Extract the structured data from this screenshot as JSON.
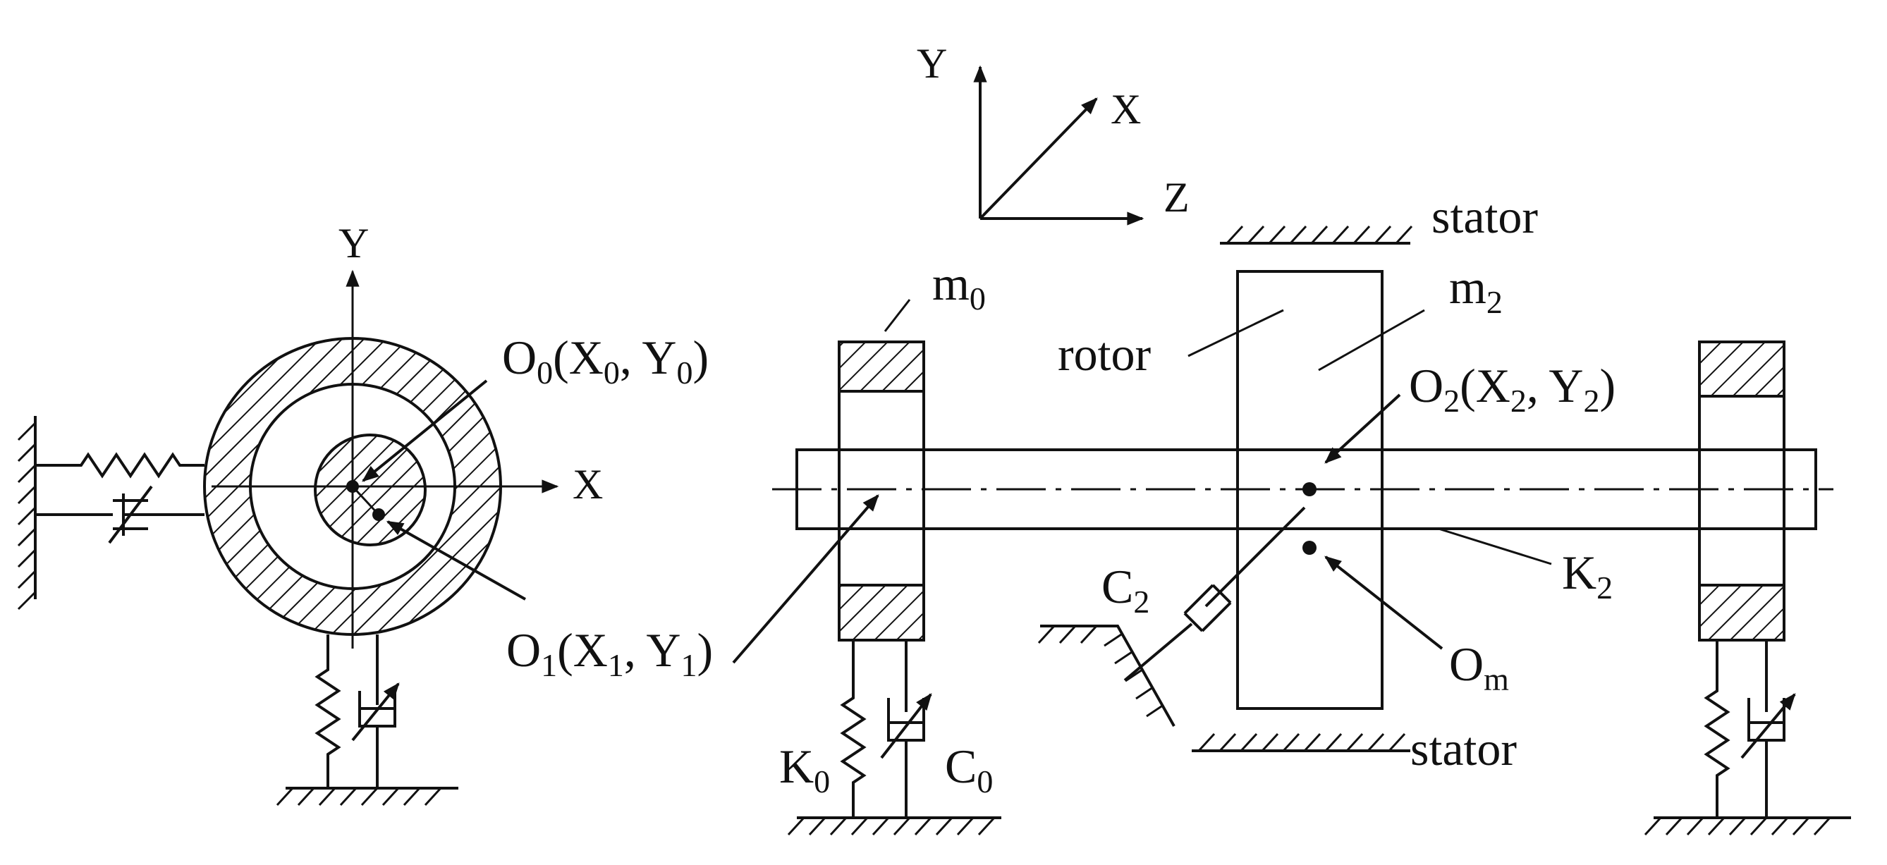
{
  "colors": {
    "ink": "#111111",
    "background": "#ffffff"
  },
  "coordinate_axes": {
    "y": "Y",
    "x": "X",
    "z": "Z"
  },
  "cross_section": {
    "y_axis": "Y",
    "x_axis": "X",
    "o0": {
      "base": "O",
      "sub": "0",
      "open": "(X",
      "sub_x": "0",
      "mid": ", Y",
      "sub_y": "0",
      "close": ")"
    },
    "o1": {
      "base": "O",
      "sub": "1",
      "open": "(X",
      "sub_x": "1",
      "mid": ", Y",
      "sub_y": "1",
      "close": ")"
    }
  },
  "rotor_system": {
    "stator_top": "stator",
    "stator_bottom": "stator",
    "rotor": "rotor",
    "m0": {
      "base": "m",
      "sub": "0"
    },
    "m2": {
      "base": "m",
      "sub": "2"
    },
    "o2": {
      "base": "O",
      "sub": "2",
      "open": "(X",
      "sub_x": "2",
      "mid": ", Y",
      "sub_y": "2",
      "close": ")"
    },
    "om": {
      "base": "O",
      "sub": "m"
    },
    "k2": {
      "base": "K",
      "sub": "2"
    },
    "c2": {
      "base": "C",
      "sub": "2"
    },
    "k0": {
      "base": "K",
      "sub": "0"
    },
    "c0": {
      "base": "C",
      "sub": "0"
    }
  }
}
